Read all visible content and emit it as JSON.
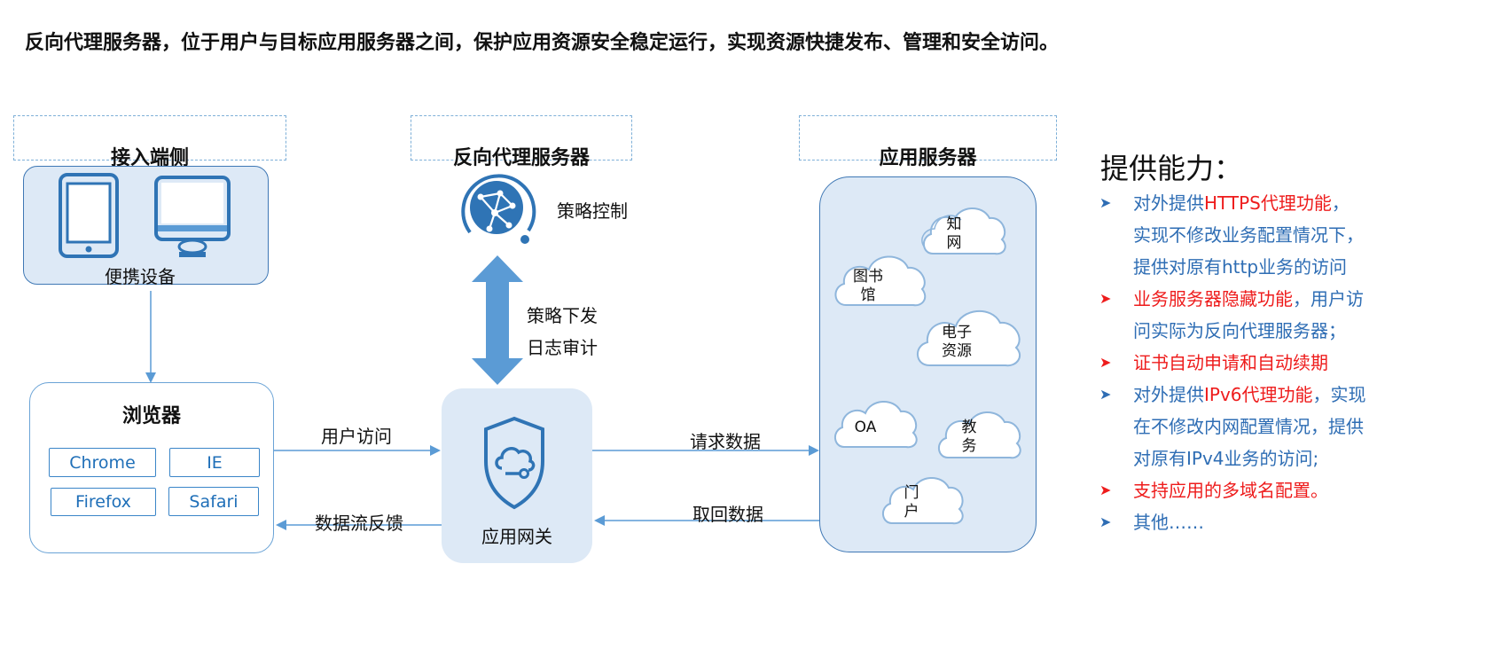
{
  "headline": "反向代理服务器，位于用户与目标应用服务器之间，保护应用资源安全稳定运行，实现资源快捷发布、管理和安全访问。",
  "sections": {
    "client": "接入端侧",
    "proxy": "反向代理服务器",
    "app": "应用服务器"
  },
  "client": {
    "devices_label": "便携设备",
    "browser_title": "浏览器",
    "browsers": [
      "Chrome",
      "IE",
      "Firefox",
      "Safari"
    ]
  },
  "proxy": {
    "policy_control": "策略控制",
    "policy_dispatch": "策略下发",
    "log_audit": "日志审计",
    "gateway": "应用网关"
  },
  "flows": {
    "user_access": "用户访问",
    "data_feedback": "数据流反馈",
    "request_data": "请求数据",
    "fetch_data": "取回数据"
  },
  "app_clouds": [
    {
      "label": "知\n网"
    },
    {
      "label": "图书\n馆"
    },
    {
      "label": "电子\n资源"
    },
    {
      "label": "OA"
    },
    {
      "label": "教\n务"
    },
    {
      "label": "门\n户"
    }
  ],
  "capabilities": {
    "title": "提供能力：",
    "items": [
      {
        "lines": [
          [
            {
              "t": "对外提供",
              "c": "blue"
            },
            {
              "t": "HTTPS代理功能",
              "c": "red"
            },
            {
              "t": "，",
              "c": "blue"
            }
          ],
          [
            {
              "t": "实现不修改业务配置情况下，",
              "c": "blue"
            }
          ],
          [
            {
              "t": "提供对原有http业务的访问",
              "c": "blue"
            }
          ]
        ],
        "marker_color": "#2e6db4"
      },
      {
        "lines": [
          [
            {
              "t": "业务服务器隐藏功能",
              "c": "red"
            },
            {
              "t": "，用户访",
              "c": "blue"
            }
          ],
          [
            {
              "t": "问实际为反向代理服务器；",
              "c": "blue"
            }
          ]
        ],
        "marker_color": "#ee1c1c"
      },
      {
        "lines": [
          [
            {
              "t": "证书自动申请和自动续期",
              "c": "red"
            }
          ]
        ],
        "marker_color": "#ee1c1c"
      },
      {
        "lines": [
          [
            {
              "t": "对外提供",
              "c": "blue"
            },
            {
              "t": "IPv6代理功能",
              "c": "red"
            },
            {
              "t": "，实现",
              "c": "blue"
            }
          ],
          [
            {
              "t": "在不修改内网配置情况，提供",
              "c": "blue"
            }
          ],
          [
            {
              "t": "对原有IPv4业务的访问;",
              "c": "blue"
            }
          ]
        ],
        "marker_color": "#2e6db4"
      },
      {
        "lines": [
          [
            {
              "t": "支持应用的多域名配置。",
              "c": "red"
            }
          ]
        ],
        "marker_color": "#ee1c1c"
      },
      {
        "lines": [
          [
            {
              "t": "其他……",
              "c": "blue"
            }
          ]
        ],
        "marker_color": "#2e6db4"
      }
    ]
  },
  "colors": {
    "panel_fill": "#dde9f6",
    "panel_border": "#3f78b5",
    "arrow": "#5b9bd5",
    "accent_blue": "#2e6db4",
    "accent_red": "#ee1c1c"
  }
}
